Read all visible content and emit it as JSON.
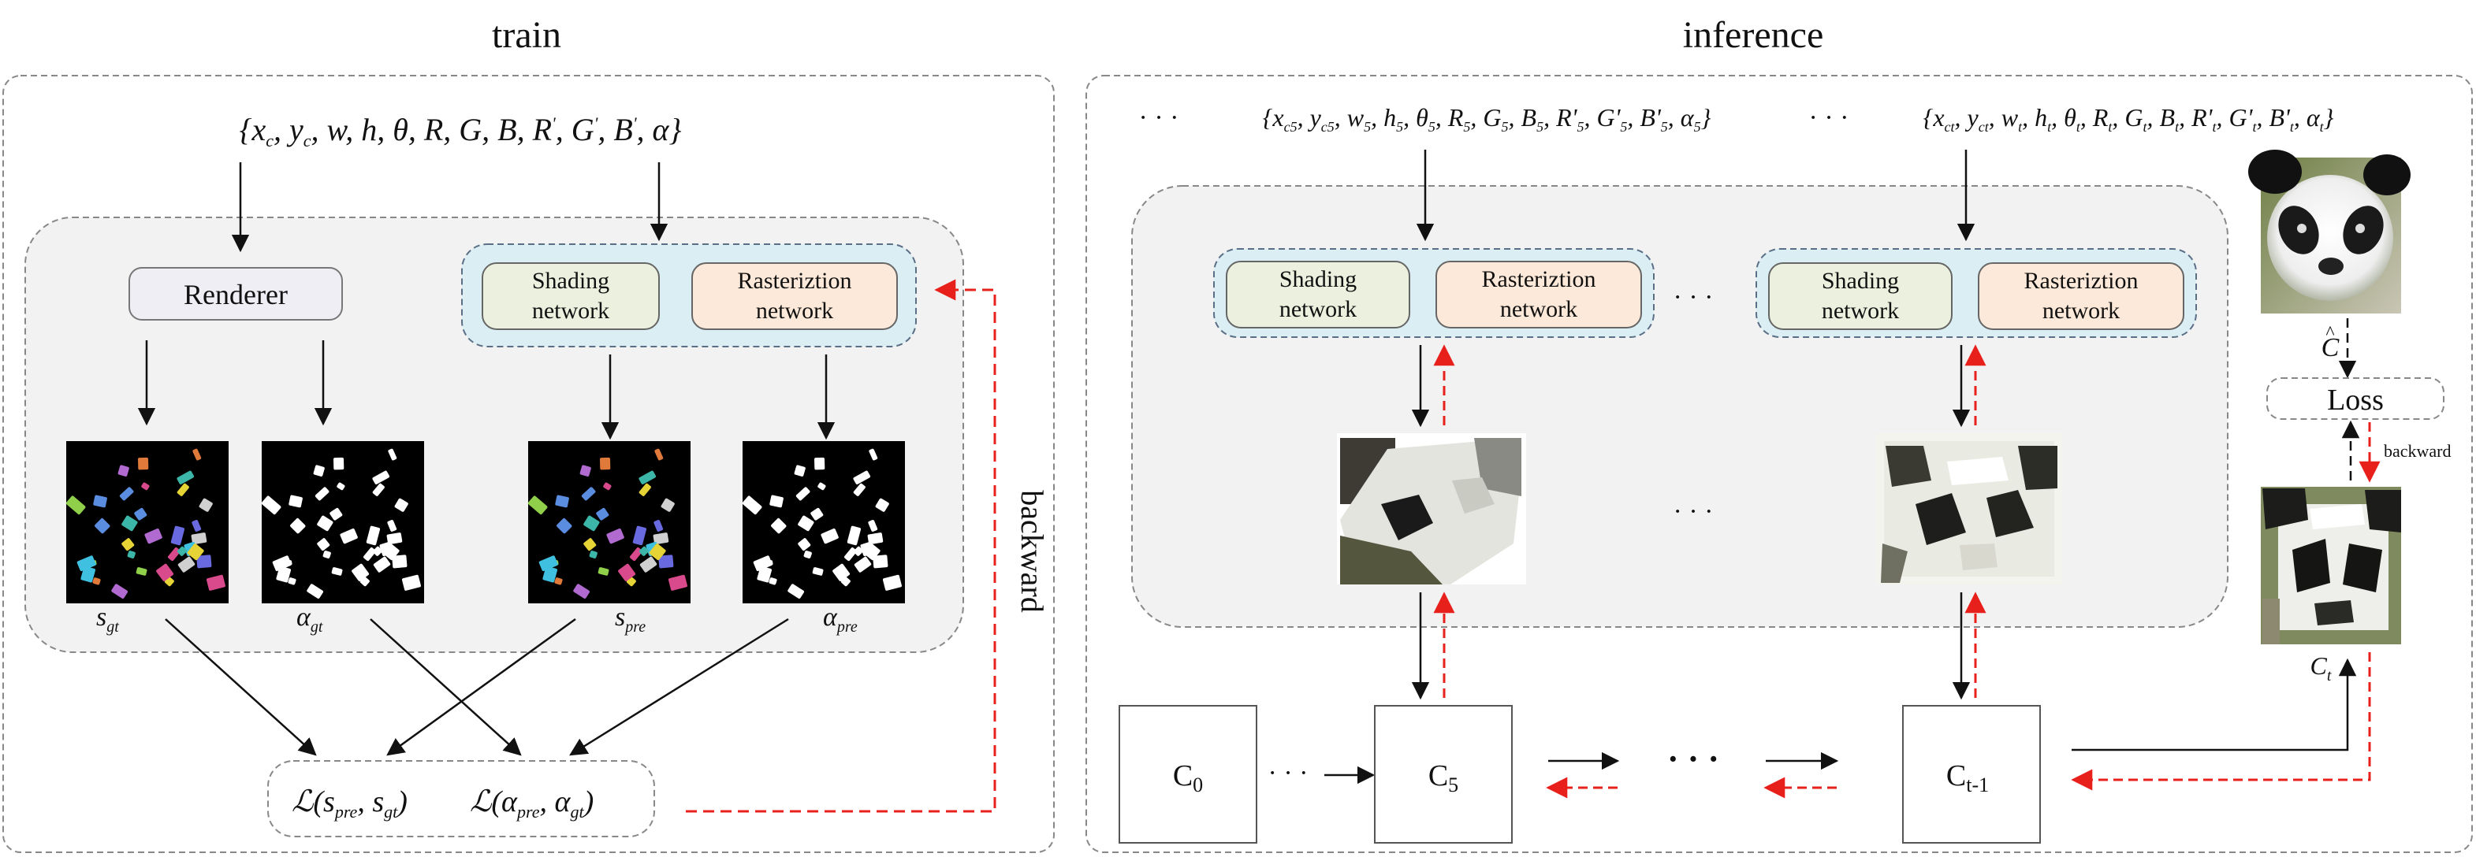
{
  "train": {
    "title": "train",
    "params": "{xc, yc, w, h, θ, R, G, B, R', G', B', α}",
    "renderer_label": "Renderer",
    "shading_label": [
      "Shading",
      "network"
    ],
    "raster_label": [
      "Rasteriztion",
      "network"
    ],
    "image_labels": {
      "s_gt": "s",
      "s_gt_sub": "gt",
      "a_gt": "α",
      "a_gt_sub": "gt",
      "s_pre": "s",
      "s_pre_sub": "pre",
      "a_pre": "α",
      "a_pre_sub": "pre"
    },
    "loss_left": "ℒ(s_pre, s_gt)",
    "loss_right": "ℒ(α_pre, α_gt)",
    "backward_label": "backward"
  },
  "inference": {
    "title": "inference",
    "ellipsis": "· · ·",
    "params_5": "{x_c5, y_c5, w5, h5, θ5, R5, G5, B5, R'5, G'5, B'5, α5}",
    "params_t": "{x_ct, y_ct, wt, ht, θt, Rt, Gt, Bt, R't, G't, B't, αt}",
    "shading_label": [
      "Shading",
      "network"
    ],
    "raster_label": [
      "Rasteriztion",
      "network"
    ],
    "loss_label": "Loss",
    "backward_label": "backward",
    "c_hat": "C",
    "c_t": "C",
    "c_t_sub": "t",
    "canvas_boxes": [
      {
        "main": "C",
        "sub": "0"
      },
      {
        "main": "C",
        "sub": "5"
      },
      {
        "main": "C",
        "sub": "t-1"
      }
    ]
  },
  "colors": {
    "panel_bg": "#f2f2f2",
    "network_group_bg": "#daeef3",
    "shading_fill": "#ebf1de",
    "raster_fill": "#fde9d9",
    "renderer_fill": "#efeef5",
    "backward_red": "#e8201c"
  }
}
